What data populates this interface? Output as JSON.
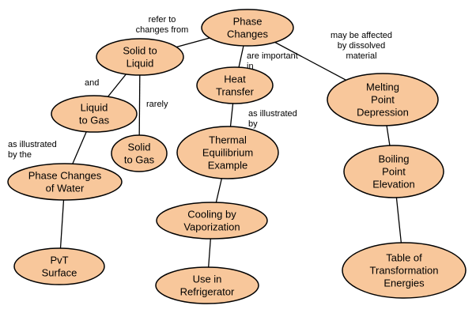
{
  "colors": {
    "node_fill": "#f8c79b",
    "node_stroke": "#000000",
    "edge_stroke": "#000000",
    "background": "#ffffff"
  },
  "nodes": [
    {
      "id": "phase-changes",
      "lines": [
        "Phase",
        "Changes"
      ]
    },
    {
      "id": "solid-to-liquid",
      "lines": [
        "Solid to",
        "Liquid"
      ]
    },
    {
      "id": "heat-transfer",
      "lines": [
        "Heat",
        "Transfer"
      ]
    },
    {
      "id": "melting-point-depression",
      "lines": [
        "Melting",
        "Point",
        "Depression"
      ]
    },
    {
      "id": "liquid-to-gas",
      "lines": [
        "Liquid",
        "to Gas"
      ]
    },
    {
      "id": "solid-to-gas",
      "lines": [
        "Solid",
        "to Gas"
      ]
    },
    {
      "id": "thermal-equilibrium-example",
      "lines": [
        "Thermal",
        "Equilibrium",
        "Example"
      ]
    },
    {
      "id": "phase-changes-of-water",
      "lines": [
        "Phase Changes",
        "of Water"
      ]
    },
    {
      "id": "boiling-point-elevation",
      "lines": [
        "Boiling",
        "Point",
        "Elevation"
      ]
    },
    {
      "id": "cooling-by-vaporization",
      "lines": [
        "Cooling by",
        "Vaporization"
      ]
    },
    {
      "id": "pvt-surface",
      "lines": [
        "PvT",
        "Surface"
      ]
    },
    {
      "id": "use-in-refrigerator",
      "lines": [
        "Use in",
        "Refrigerator"
      ]
    },
    {
      "id": "table-of-transformation-energies",
      "lines": [
        "Table of",
        "Transformation",
        "Energies"
      ]
    }
  ],
  "link_labels": [
    {
      "id": "refer-to-changes-from",
      "lines": [
        "refer to",
        "changes from"
      ]
    },
    {
      "id": "are-important-in",
      "lines": [
        "are important",
        "in"
      ]
    },
    {
      "id": "may-be-affected",
      "lines": [
        "may be affected",
        "by dissolved",
        "material"
      ]
    },
    {
      "id": "and",
      "lines": [
        "and"
      ]
    },
    {
      "id": "rarely",
      "lines": [
        "rarely"
      ]
    },
    {
      "id": "as-illustrated-by",
      "lines": [
        "as illustrated",
        "by"
      ]
    },
    {
      "id": "as-illustrated-by-the",
      "lines": [
        "as illustrated",
        "by the"
      ]
    }
  ],
  "edges": [
    {
      "from": "phase-changes",
      "to": "solid-to-liquid"
    },
    {
      "from": "phase-changes",
      "to": "heat-transfer"
    },
    {
      "from": "phase-changes",
      "to": "melting-point-depression"
    },
    {
      "from": "solid-to-liquid",
      "to": "liquid-to-gas"
    },
    {
      "from": "solid-to-liquid",
      "to": "solid-to-gas"
    },
    {
      "from": "heat-transfer",
      "to": "thermal-equilibrium-example"
    },
    {
      "from": "liquid-to-gas",
      "to": "phase-changes-of-water"
    },
    {
      "from": "phase-changes-of-water",
      "to": "pvt-surface"
    },
    {
      "from": "thermal-equilibrium-example",
      "to": "cooling-by-vaporization"
    },
    {
      "from": "cooling-by-vaporization",
      "to": "use-in-refrigerator"
    },
    {
      "from": "melting-point-depression",
      "to": "boiling-point-elevation"
    },
    {
      "from": "boiling-point-elevation",
      "to": "table-of-transformation-energies"
    }
  ]
}
